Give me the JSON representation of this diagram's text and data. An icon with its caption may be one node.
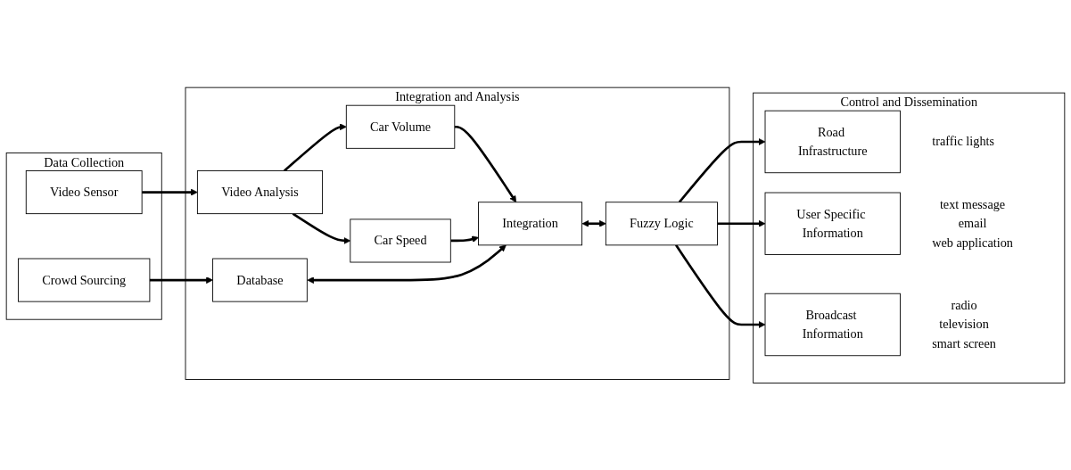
{
  "diagram": {
    "nodes": [
      {
        "text": [
          "Data Collection"
        ]
      },
      {
        "text": [
          "Video Sensor"
        ],
        "in": 0
      },
      {
        "text": [
          "Crowd Sourcing"
        ],
        "in": 0
      },
      {
        "text": [
          "Integration and Analysis"
        ]
      },
      {
        "text": [
          "Video Analysis"
        ],
        "in": 3
      },
      {
        "text": [
          "Car Volume"
        ],
        "in": 3
      },
      {
        "text": [
          "Car Speed"
        ],
        "in": 3
      },
      {
        "text": [
          "Database"
        ],
        "in": 3
      },
      {
        "text": [
          "Integration"
        ],
        "in": 3
      },
      {
        "text": [
          "Fuzzy Logic"
        ],
        "in": 3
      },
      {
        "text": [
          "Control and Dissemination"
        ]
      },
      {
        "text": [
          "Road Infrastructure"
        ],
        "in": 10,
        "beside": [
          "traffic lights"
        ]
      },
      {
        "text": [
          "User Specific Information"
        ],
        "in": 10,
        "beside": [
          "text message",
          "email",
          "web application"
        ]
      },
      {
        "text": [
          "Broadcast Information"
        ],
        "in": 10,
        "beside": [
          "radio",
          "television",
          "smart screen"
        ]
      }
    ],
    "edges": [
      {
        "from": 1,
        "to": 4,
        "arrow": "to"
      },
      {
        "from": 4,
        "to": 5,
        "arrow": "to"
      },
      {
        "from": 4,
        "to": 6,
        "arrow": "to"
      },
      {
        "from": 5,
        "to": 8,
        "arrow": "to"
      },
      {
        "from": 6,
        "to": 8,
        "arrow": "to"
      },
      {
        "from": 8,
        "to": 9,
        "arrow": "both"
      },
      {
        "from": 2,
        "to": 7,
        "arrow": "to"
      },
      {
        "from": 7,
        "to": 8,
        "arrow": "both"
      },
      {
        "from": 9,
        "to": 11,
        "arrow": "to"
      },
      {
        "from": 9,
        "to": 12,
        "arrow": "to"
      },
      {
        "from": 9,
        "to": 13,
        "arrow": "to"
      }
    ]
  }
}
